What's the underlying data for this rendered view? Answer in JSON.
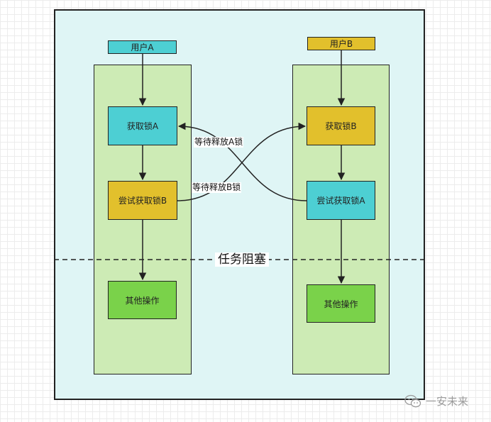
{
  "diagram": {
    "users": {
      "a": "用户A",
      "b": "用户B"
    },
    "a_lane": {
      "acquire": "获取锁A",
      "try": "尝试获取锁B",
      "other": "其他操作"
    },
    "b_lane": {
      "acquire": "获取锁B",
      "try": "尝试获取锁A",
      "other": "其他操作"
    },
    "wait_a": "等待释放A锁",
    "wait_b": "等待释放B锁",
    "blocked": "任务阻塞",
    "colors": {
      "frame": "#dff5f5",
      "lane": "#cdebb5",
      "cyan": "#4dcfd3",
      "yellow": "#e2c02c",
      "green": "#7ad24a"
    }
  },
  "watermark": {
    "text": "一安未来",
    "icon": "wechat-icon"
  }
}
